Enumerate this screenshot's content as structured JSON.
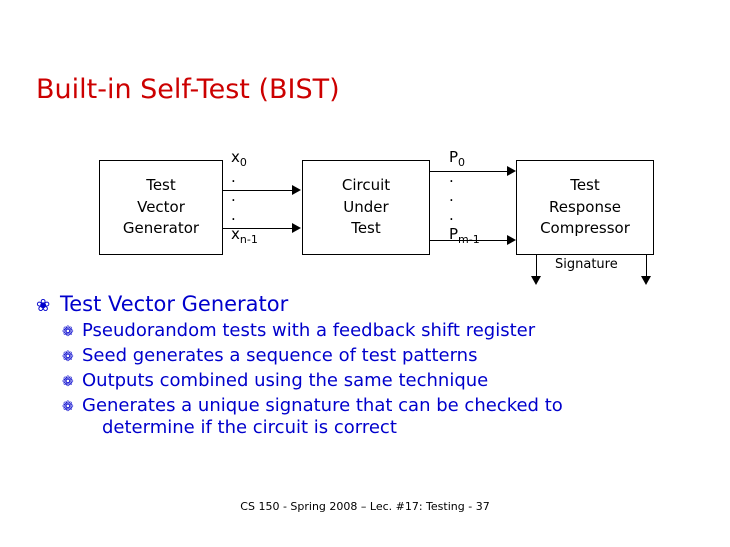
{
  "slide": {
    "title": "Built-in Self-Test (BIST)",
    "footer": "CS 150 - Spring  2008 – Lec. #17: Testing - 37"
  },
  "diagram": {
    "blocks": [
      {
        "id": "tvg",
        "lines": [
          "Test",
          "Vector",
          "Generator"
        ]
      },
      {
        "id": "cut",
        "lines": [
          "Circuit",
          "Under",
          "Test"
        ]
      },
      {
        "id": "trc",
        "lines": [
          "Test",
          "Response",
          "Compressor"
        ]
      }
    ],
    "signals": [
      {
        "id": "x",
        "top": "x",
        "top_sub": "0",
        "dots": [
          ".",
          ".",
          "."
        ],
        "bottom": "x",
        "bottom_sub": "n-1"
      },
      {
        "id": "p",
        "top": "P",
        "top_sub": "0",
        "dots": [
          ".",
          ".",
          "."
        ],
        "bottom": "P",
        "bottom_sub": "m-1"
      }
    ],
    "signature_label": "Signature"
  },
  "bullets": {
    "level1": "Test Vector Generator",
    "level2": [
      {
        "text": "Pseudorandom tests with a feedback shift register"
      },
      {
        "text": "Seed generates a sequence of test patterns"
      },
      {
        "text": "Outputs combined using the same technique"
      },
      {
        "text": "Generates a unique signature that can be checked to",
        "cont": "determine if the circuit is correct"
      }
    ],
    "marker_level1": "❀",
    "marker_level2": "❁"
  },
  "colors": {
    "title": "#cc0000",
    "bullet": "#0000cc",
    "line": "#000000"
  }
}
